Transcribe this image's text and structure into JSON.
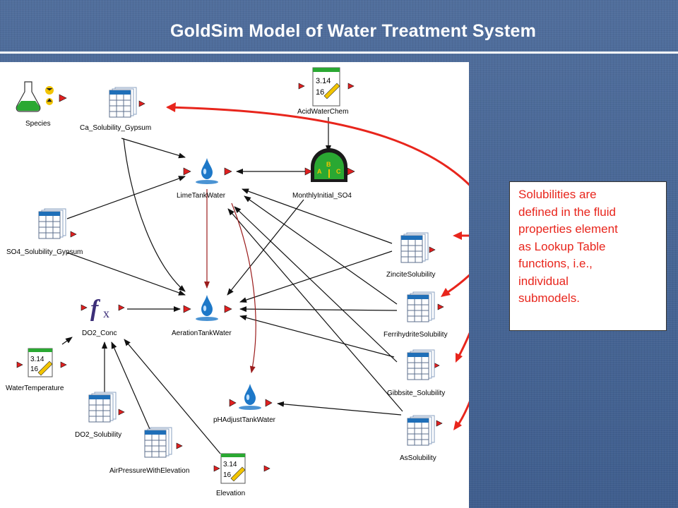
{
  "slide": {
    "title": "GoldSim Model of Water Treatment System"
  },
  "callout": {
    "lines": [
      "Solubilities are",
      "defined in the fluid",
      "properties element",
      "as Lookup Table",
      "functions, i.e.,",
      "individual",
      "submodels."
    ]
  },
  "elements": {
    "species": "Species",
    "ca_solubility_gypsum": "Ca_Solubility_Gypsum",
    "acid_water_chem": "AcidWaterChem",
    "lime_tank_water": "LimeTankWater",
    "monthly_initial_so4": "MonthlyInitial_SO4",
    "so4_solubility_gypsum": "SO4_Solubility_Gypsum",
    "zincite_solubility": "ZinciteSolubility",
    "do2_conc": "DO2_Conc",
    "aeration_tank_water": "AerationTankWater",
    "ferrihydrite_solubility": "FerrihydriteSolubility",
    "water_temperature": "WaterTemperature",
    "gibbsite_solubility": "Gibbsite_Solubility",
    "ph_adjust_tank_water": "pHAdjustTankWater",
    "do2_solubility": "DO2_Solubility",
    "as_solubility": "AsSolubility",
    "air_pressure_with_elevation": "AirPressureWithElevation",
    "elevation": "Elevation"
  },
  "icon_text": {
    "data_value": "3.14",
    "data_value2": "16",
    "fx": "f",
    "fx_sub": "x",
    "gauge_a": "A",
    "gauge_b": "B",
    "gauge_c": "C"
  },
  "colors": {
    "background": "#4a6896",
    "callout_text": "#e8251c",
    "arrow_red": "#e8251c",
    "link_dark_red": "#8b1a1a",
    "tank_blue": "#1d78c8",
    "table_header": "#1f6fb8"
  }
}
